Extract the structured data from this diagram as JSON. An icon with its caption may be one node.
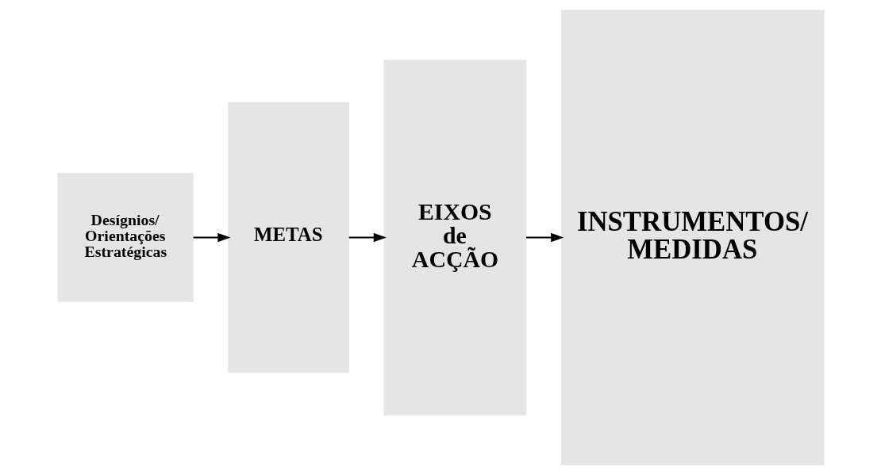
{
  "diagram": {
    "nodes": [
      {
        "text": [
          "Desígnios/ Orientações Estratégicas"
        ]
      },
      {
        "text": [
          "METAS"
        ]
      },
      {
        "text": [
          "EIXOS de ACÇÃO"
        ]
      },
      {
        "text": [
          "INSTRUMENTOS/ MEDIDAS"
        ]
      }
    ],
    "edges": [
      {
        "from": 0,
        "to": 1,
        "arrow": "to"
      },
      {
        "from": 1,
        "to": 2,
        "arrow": "to"
      },
      {
        "from": 2,
        "to": 3,
        "arrow": "to"
      }
    ]
  }
}
